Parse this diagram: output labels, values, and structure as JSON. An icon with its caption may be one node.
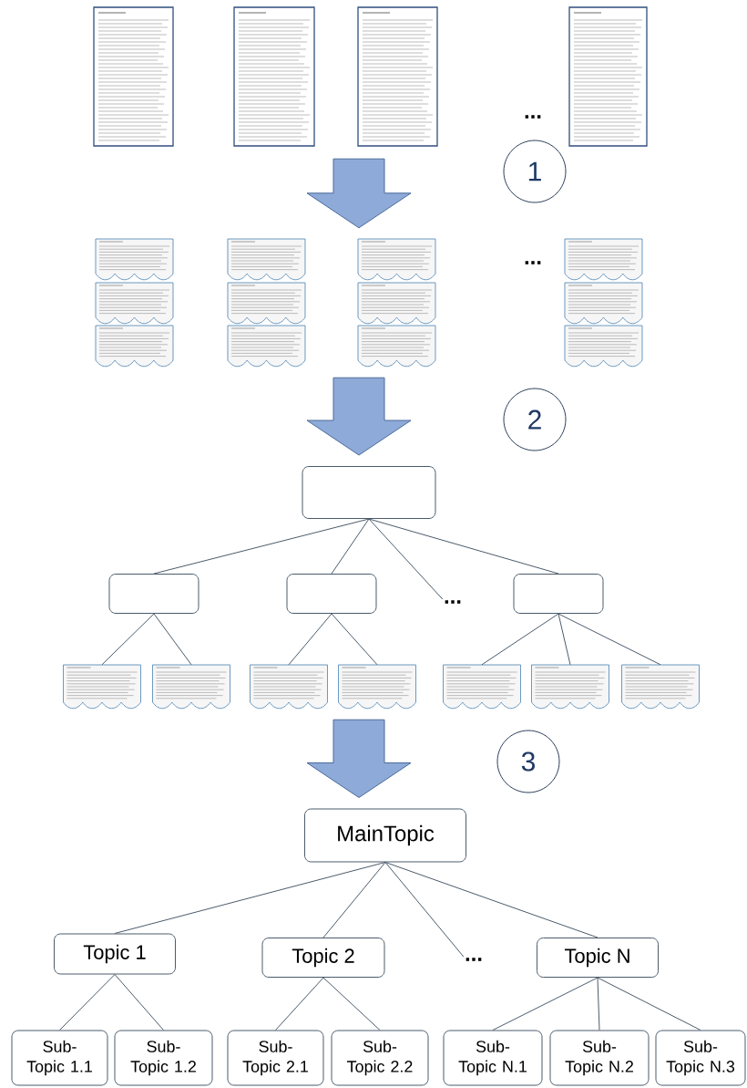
{
  "diagram": {
    "nodes": [
      {
        "text": [],
        "shape": "page"
      },
      {
        "text": [],
        "shape": "page"
      },
      {
        "text": [],
        "shape": "page"
      },
      {
        "text": [],
        "shape": "page"
      },
      {
        "text": [
          "1"
        ]
      },
      {
        "text": [],
        "shape": "document"
      },
      {
        "text": [],
        "shape": "document"
      },
      {
        "text": [],
        "shape": "document"
      },
      {
        "text": [],
        "shape": "document"
      },
      {
        "text": [],
        "shape": "document"
      },
      {
        "text": [],
        "shape": "document"
      },
      {
        "text": [],
        "shape": "document"
      },
      {
        "text": [],
        "shape": "document"
      },
      {
        "text": [],
        "shape": "document"
      },
      {
        "text": [],
        "shape": "document"
      },
      {
        "text": [],
        "shape": "document"
      },
      {
        "text": [],
        "shape": "document"
      },
      {
        "text": [
          "2"
        ]
      },
      {
        "text": [],
        "shape": "box"
      },
      {
        "text": [],
        "shape": "box"
      },
      {
        "text": [],
        "shape": "box"
      },
      {
        "text": [
          "..."
        ]
      },
      {
        "text": [],
        "shape": "box"
      },
      {
        "text": [],
        "shape": "document"
      },
      {
        "text": [],
        "shape": "document"
      },
      {
        "text": [],
        "shape": "document"
      },
      {
        "text": [],
        "shape": "document"
      },
      {
        "text": [],
        "shape": "document"
      },
      {
        "text": [],
        "shape": "document"
      },
      {
        "text": [],
        "shape": "document"
      },
      {
        "text": [
          "3"
        ]
      },
      {
        "text": [
          "MainTopic"
        ]
      },
      {
        "text": [
          "Topic 1"
        ]
      },
      {
        "text": [
          "Topic 2"
        ]
      },
      {
        "text": [
          "..."
        ]
      },
      {
        "text": [
          "Topic N"
        ]
      },
      {
        "text": [
          "Sub- Topic 1.1"
        ]
      },
      {
        "text": [
          "Sub- Topic 1.2"
        ]
      },
      {
        "text": [
          "Sub- Topic 2.1"
        ]
      },
      {
        "text": [
          "Sub- Topic 2.2"
        ]
      },
      {
        "text": [
          "Sub- Topic N.1"
        ]
      },
      {
        "text": [
          "Sub- Topic N.2"
        ]
      },
      {
        "text": [
          "Sub- Topic N.3"
        ]
      }
    ],
    "edges": [
      {
        "from": 2,
        "to": 7,
        "arrow": "to",
        "style": "thick",
        "color": "#8eaad8"
      },
      {
        "from": 15,
        "to": 18,
        "arrow": "to",
        "style": "thick",
        "color": "#8eaad8"
      },
      {
        "from": 18,
        "to": 19,
        "arrow": "none"
      },
      {
        "from": 18,
        "to": 20,
        "arrow": "none"
      },
      {
        "from": 18,
        "to": 21,
        "arrow": "none"
      },
      {
        "from": 18,
        "to": 22,
        "arrow": "none"
      },
      {
        "from": 19,
        "to": 23,
        "arrow": "none"
      },
      {
        "from": 19,
        "to": 24,
        "arrow": "none"
      },
      {
        "from": 20,
        "to": 25,
        "arrow": "none"
      },
      {
        "from": 20,
        "to": 26,
        "arrow": "none"
      },
      {
        "from": 22,
        "to": 27,
        "arrow": "none"
      },
      {
        "from": 22,
        "to": 28,
        "arrow": "none"
      },
      {
        "from": 22,
        "to": 29,
        "arrow": "none"
      },
      {
        "from": 26,
        "to": 31,
        "arrow": "to",
        "style": "thick",
        "color": "#8eaad8"
      },
      {
        "from": 31,
        "to": 32,
        "arrow": "none"
      },
      {
        "from": 31,
        "to": 33,
        "arrow": "none"
      },
      {
        "from": 31,
        "to": 34,
        "arrow": "none"
      },
      {
        "from": 31,
        "to": 35,
        "arrow": "none"
      },
      {
        "from": 32,
        "to": 36,
        "arrow": "none"
      },
      {
        "from": 32,
        "to": 37,
        "arrow": "none"
      },
      {
        "from": 33,
        "to": 38,
        "arrow": "none"
      },
      {
        "from": 33,
        "to": 39,
        "arrow": "none"
      },
      {
        "from": 35,
        "to": 40,
        "arrow": "none"
      },
      {
        "from": 35,
        "to": 41,
        "arrow": "none"
      },
      {
        "from": 35,
        "to": 42,
        "arrow": "none"
      }
    ],
    "labels": [
      "...",
      "..."
    ]
  }
}
